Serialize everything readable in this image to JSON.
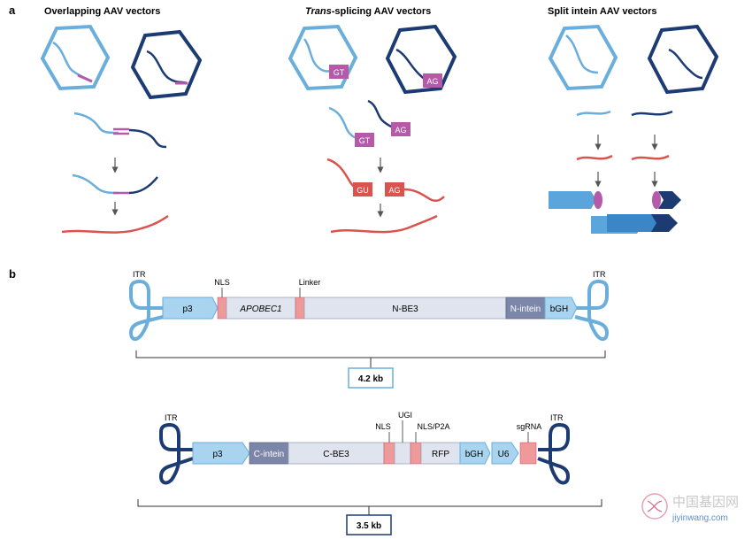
{
  "panel_a": {
    "label": "a",
    "titles": {
      "overlap": "Overlapping AAV vectors",
      "trans_italic": "Trans",
      "trans_rest": "-splicing AAV vectors",
      "split": "Split intein AAV vectors"
    },
    "tags": {
      "gt_capsid": "GT",
      "ag_capsid": "AG",
      "gt_dna": "GT",
      "ag_dna": "AG",
      "gu_rna": "GU",
      "ag_rna": "AG"
    }
  },
  "panel_b": {
    "label": "b",
    "construct1": {
      "itr_left": "ITR",
      "itr_right": "ITR",
      "p3": "p3",
      "nls": "NLS",
      "apobec": "APOBEC1",
      "linker": "Linker",
      "nbe3": "N-BE3",
      "nintein": "N-intein",
      "bgh": "bGH",
      "size": "4.2 kb"
    },
    "construct2": {
      "itr_left": "ITR",
      "itr_right": "ITR",
      "p3": "p3",
      "cintein": "C-intein",
      "cbe3": "C-BE3",
      "nls": "NLS",
      "ugi": "UGI",
      "nls_p2a": "NLS/P2A",
      "rfp": "RFP",
      "bgh": "bGH",
      "u6": "U6",
      "sgrna": "sgRNA",
      "size": "3.5 kb"
    }
  },
  "watermark": {
    "cn": "中国基因网",
    "url": "jiyinwang.com"
  },
  "colors": {
    "light_blue": "#6aaedb",
    "dark_navy": "#1d3b73",
    "magenta": "#b45aa8",
    "red": "#d9534f",
    "pink_box": "#ee9a9a",
    "box_fill": "#dfe4ee",
    "promoter_fill": "#a8d4f0",
    "intein_fill": "#7b86a8"
  }
}
